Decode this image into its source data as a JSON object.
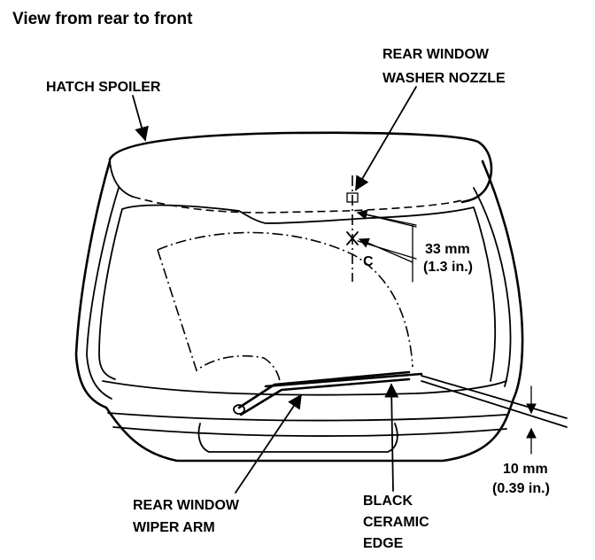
{
  "title": "View from rear to front",
  "labels": {
    "hatch_spoiler": "HATCH SPOILER",
    "washer_nozzle_line1": "REAR WINDOW",
    "washer_nozzle_line2": "WASHER NOZZLE",
    "dim_33_line1": "33 mm",
    "dim_33_line2": "(1.3 in.)",
    "point_c": "C",
    "dim_10_line1": "10 mm",
    "dim_10_line2": "(0.39 in.)",
    "wiper_arm_line1": "REAR WINDOW",
    "wiper_arm_line2": "WIPER ARM",
    "ceramic_line1": "BLACK",
    "ceramic_line2": "CERAMIC",
    "ceramic_line3": "EDGE"
  }
}
